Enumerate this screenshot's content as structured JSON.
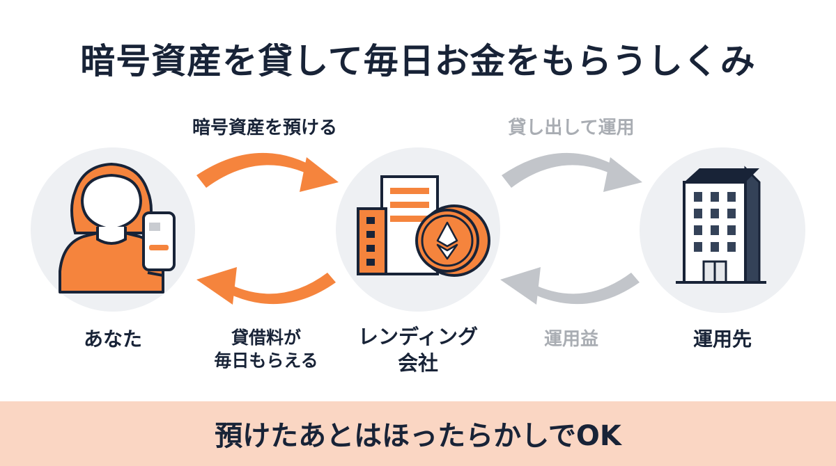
{
  "title": "暗号資産を貸して毎日お金をもらうしくみ",
  "nodes": {
    "you": "あなた",
    "lender": "レンディング会社",
    "lender_line1": "レンディング",
    "lender_line2": "会社",
    "destination": "運用先"
  },
  "arrows": {
    "deposit": "暗号資産を預ける",
    "fee_line1": "貸借料が",
    "fee_line2": "毎日もらえる",
    "lend_out": "貸し出して運用",
    "profit": "運用益"
  },
  "footer": "預けたあとはほったらかしでOK",
  "colors": {
    "accent": "#f5843d",
    "navy": "#182337",
    "gray": "#c2c5ca",
    "footer_bg": "#fad6c3"
  }
}
